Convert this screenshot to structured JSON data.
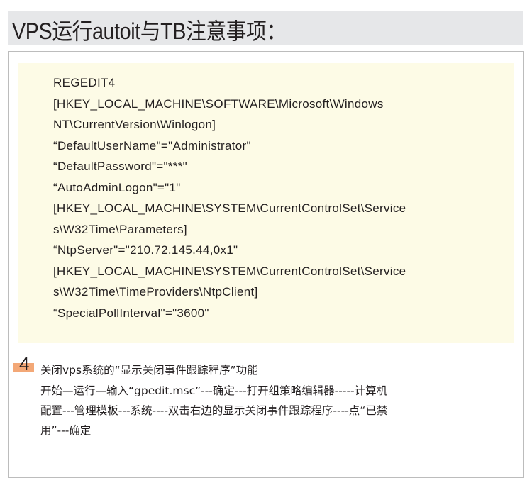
{
  "title": "VPS运行autoit与TB注意事项：",
  "code_lines": [
    "REGEDIT4",
    "[HKEY_LOCAL_MACHINE\\SOFTWARE\\Microsoft\\Windows",
    "NT\\CurrentVersion\\Winlogon]",
    " “DefaultUserName\"=\"Administrator\"",
    " “DefaultPassword\"=\"***\"",
    " “AutoAdminLogon\"=\"1\"",
    "[HKEY_LOCAL_MACHINE\\SYSTEM\\CurrentControlSet\\Service",
    "s\\W32Time\\Parameters]",
    " “NtpServer\"=\"210.72.145.44,0x1\"",
    "[HKEY_LOCAL_MACHINE\\SYSTEM\\CurrentControlSet\\Service",
    "s\\W32Time\\TimeProviders\\NtpClient]",
    " “SpecialPollInterval\"=\"3600\""
  ],
  "section4": {
    "number": "4",
    "heading": "关闭vps系统的“显示关闭事件跟踪程序”功能",
    "lines": [
      "开始—运行—输入“gpedit.msc”---确定---打开组策略编辑器-----计算机",
      "配置---管理模板---系统----双击右边的显示关闭事件跟踪程序----点“已禁",
      "用”---确定"
    ]
  }
}
